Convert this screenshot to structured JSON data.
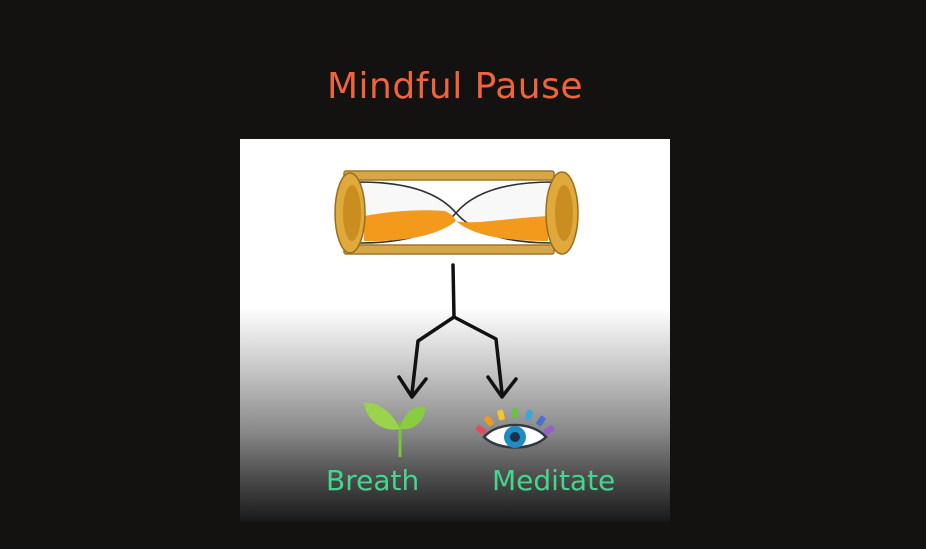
{
  "title": "Mindful Pause",
  "options": [
    {
      "label": "Breath",
      "icon": "sprout-icon"
    },
    {
      "label": "Meditate",
      "icon": "eye-icon"
    }
  ],
  "graphic": {
    "icon": "hourglass-icon"
  },
  "colors": {
    "background": "#141111",
    "title": "#f0643c",
    "label": "#43d68c",
    "sand": "#f39a1d",
    "frame": "#d8a64a"
  }
}
